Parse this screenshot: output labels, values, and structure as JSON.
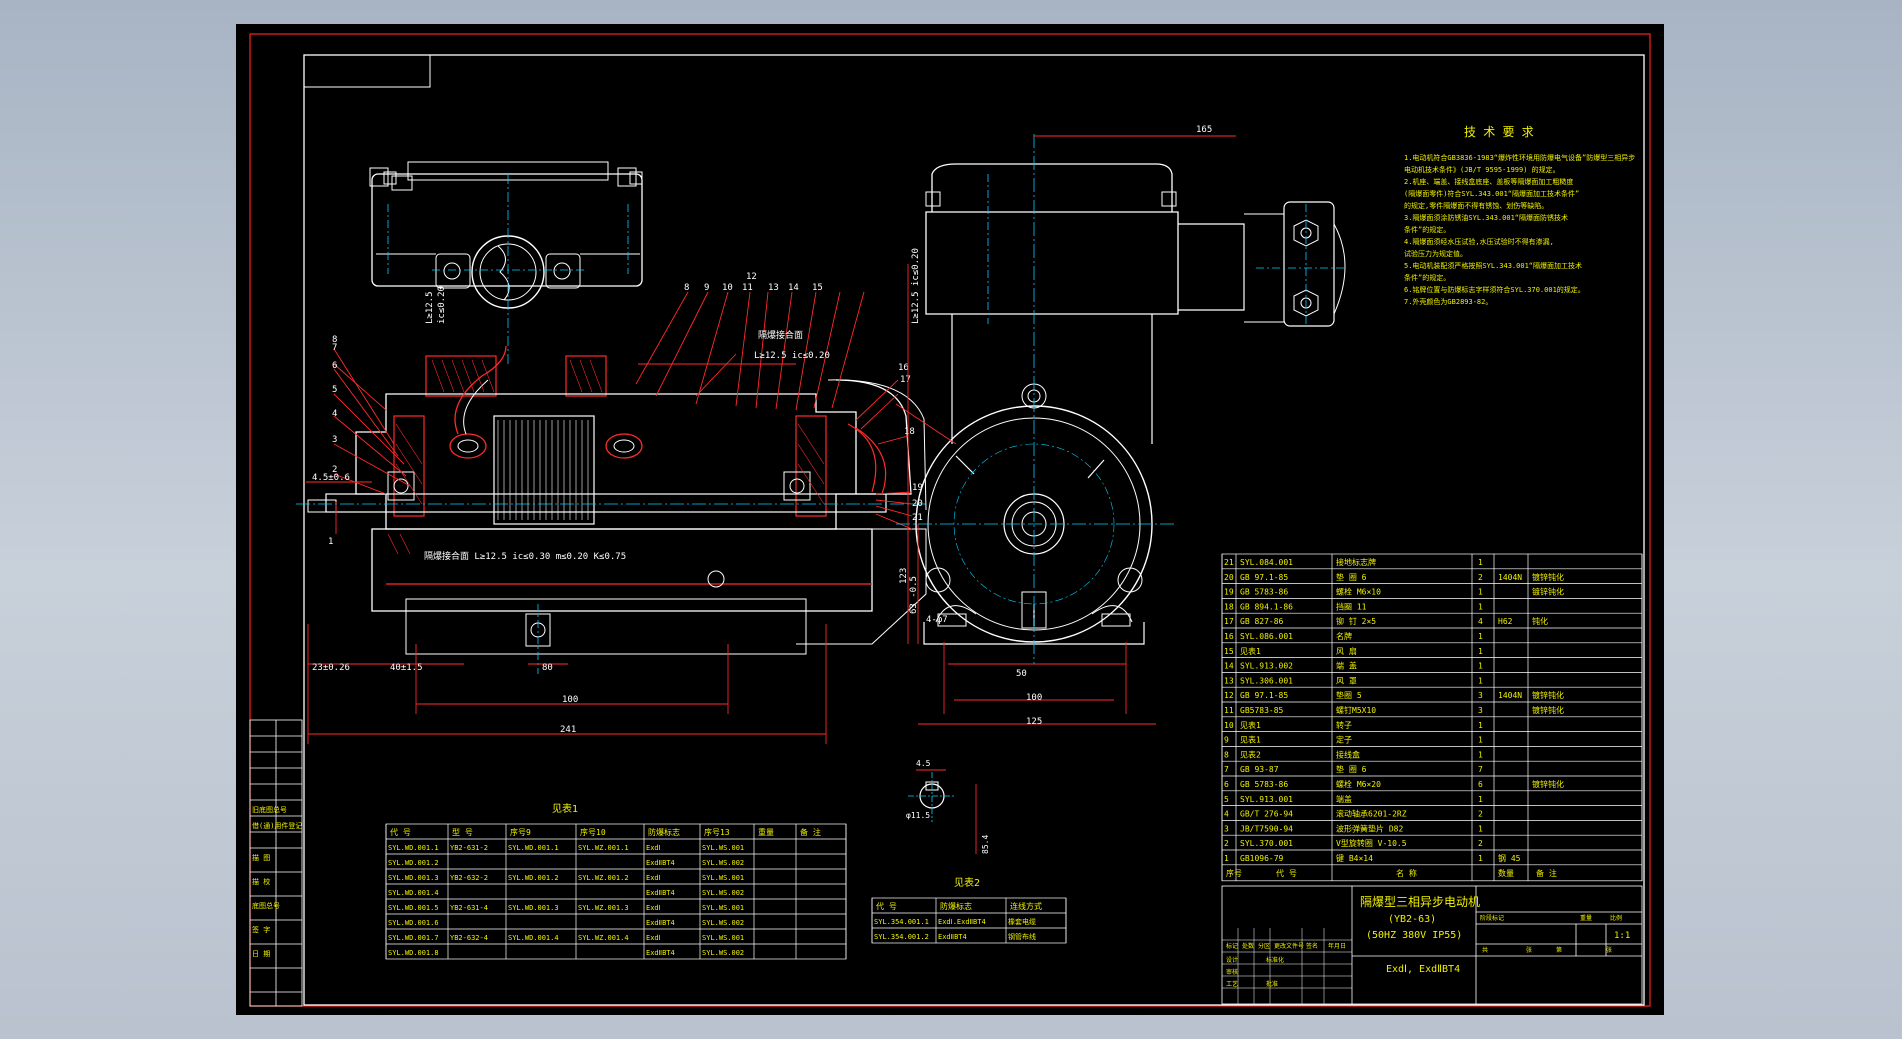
{
  "tech_requirements": {
    "title": "技 术 要 求",
    "lines": [
      "1.电动机符合GB3836-1983“爆炸性环境用防爆电气设备”防爆型三相异步",
      "  电动机技术条件》(JB/T 9595-1999) 的规定。",
      "2.机座、端盖、接线盒底座、盖板等隔爆面加工粗糙度",
      "  (隔爆面零件)符合SYL.343.001“隔爆面加工技术条件”",
      "  的规定,零件隔爆面不得有锈蚀、划伤等缺陷。",
      "3.隔爆面须涂防锈油SYL.343.001“隔爆面防锈技术",
      "  条件”的规定。",
      "4.隔爆面须经水压试验,水压试验时不得有渗漏,",
      "  试验压力为规定值。",
      "5.电动机装配须严格按照SYL.343.001“隔爆面加工技术",
      "  条件”的规定。",
      "6.铭牌位置与防爆标志字样须符合SYL.370.001的规定。",
      "7.外壳颜色为GB2893-82。"
    ]
  },
  "main_view": {
    "labels": [
      "隔爆接合面  L≥12.5  ic≤0.30  m≤0.20  K≤0.75",
      "隔爆接合面",
      "L≥12.5  ic≤0.20",
      "L≥12.5",
      "ic≤0.20"
    ],
    "balloons": [
      "1",
      "2",
      "3",
      "4",
      "5",
      "6",
      "7",
      "8",
      "9",
      "10",
      "11",
      "12",
      "13",
      "14",
      "15",
      "16",
      "17",
      "18",
      "19",
      "20",
      "21",
      "8"
    ],
    "dims": [
      "23±0.26",
      "40±1.5",
      "80",
      "100",
      "241",
      "4.5±0.6"
    ]
  },
  "side_view": {
    "dims": [
      "165",
      "50",
      "100",
      "125",
      "4-φ7",
      "63 -0.5",
      "123"
    ],
    "labels": [
      "L≥12.5 ic≤0.20"
    ]
  },
  "detail": {
    "dims": [
      "φ11.5",
      "85.4",
      "4.5"
    ]
  },
  "parts_list": {
    "rows": [
      [
        "21",
        "SYL.084.001",
        "接地标志牌",
        "1",
        "",
        ""
      ],
      [
        "20",
        "GB 97.1-85",
        "垫  圈  6",
        "2",
        "1404N",
        "镀锌钝化"
      ],
      [
        "19",
        "GB 5783-86",
        "螺栓  M6×10",
        "1",
        "",
        "镀锌钝化"
      ],
      [
        "18",
        "GB 894.1-86",
        "挡圈  11",
        "1",
        "",
        ""
      ],
      [
        "17",
        "GB 827-86",
        "铆  钉  2×5",
        "4",
        "H62",
        "钝化"
      ],
      [
        "16",
        "SYL.086.001",
        "名牌",
        "1",
        "",
        ""
      ],
      [
        "15",
        "见表1",
        "风  扇",
        "1",
        "",
        ""
      ],
      [
        "14",
        "SYL.913.002",
        "端  盖",
        "1",
        "",
        ""
      ],
      [
        "13",
        "SYL.306.001",
        "风  罩",
        "1",
        "",
        ""
      ],
      [
        "12",
        "GB 97.1-85",
        "垫圈  5",
        "3",
        "1404N",
        "镀锌钝化"
      ],
      [
        "11",
        "GB5783-85",
        "螺钉M5X10",
        "3",
        "",
        "镀锌钝化"
      ],
      [
        "10",
        "见表1",
        "转子",
        "1",
        "",
        ""
      ],
      [
        "9",
        "见表1",
        "定子",
        "1",
        "",
        ""
      ],
      [
        "8",
        "见表2",
        "接线盒",
        "1",
        "",
        ""
      ],
      [
        "7",
        "GB 93-87",
        "垫  圈  6",
        "7",
        "",
        ""
      ],
      [
        "6",
        "GB 5783-86",
        "螺栓  M6×20",
        "6",
        "",
        "镀锌钝化"
      ],
      [
        "5",
        "SYL.913.001",
        "端盖",
        "1",
        "",
        ""
      ],
      [
        "4",
        "GB/T 276-94",
        "滚动轴承6201-2RZ",
        "2",
        "",
        ""
      ],
      [
        "3",
        "JB/T7590-94",
        "波形弹簧垫片 D82",
        "1",
        "",
        ""
      ],
      [
        "2",
        "SYL.370.001",
        "V型旋转圈 V-10.5",
        "2",
        "",
        ""
      ],
      [
        "1",
        "GB1096-79",
        "键  B4×14",
        "1",
        "钢 45",
        ""
      ]
    ],
    "header": [
      "序号",
      "代   号",
      "名   称",
      "数量",
      "备   注"
    ]
  },
  "title_block": {
    "name": "隔爆型三相异步电动机",
    "model": "(YB2-63)",
    "spec": "(50HZ 380V IP55)",
    "marking": "ExdⅠ, ExdⅡBT4",
    "scale": "1:1",
    "small_cells": [
      "标记",
      "处数",
      "分区",
      "更改文件号",
      "签名",
      "年月日",
      "设计",
      "标准化",
      "审核",
      "工艺",
      "批准",
      "阶段标记",
      "重量",
      "比例",
      "共",
      "张",
      "第",
      "张"
    ]
  },
  "table1": {
    "title": "见表1",
    "header": [
      "代  号",
      "型  号",
      "序号9",
      "序号10",
      "防爆标志",
      "序号13",
      "重量",
      "备 注"
    ],
    "rows": [
      [
        "SYL.WD.001.1",
        "YB2-631-2",
        "SYL.WD.001.1",
        "SYL.WZ.001.1",
        "ExdⅠ",
        "SYL.WS.001",
        "",
        " "
      ],
      [
        "SYL.WD.001.2",
        "",
        "",
        "",
        "ExdⅡBT4",
        "SYL.WS.002",
        "",
        ""
      ],
      [
        "SYL.WD.001.3",
        "YB2-632-2",
        "SYL.WD.001.2",
        "SYL.WZ.001.2",
        "ExdⅠ",
        "SYL.WS.001",
        "",
        ""
      ],
      [
        "SYL.WD.001.4",
        "",
        "",
        "",
        "ExdⅡBT4",
        "SYL.WS.002",
        "",
        ""
      ],
      [
        "SYL.WD.001.5",
        "YB2-631-4",
        "SYL.WD.001.3",
        "SYL.WZ.001.3",
        "ExdⅠ",
        "SYL.WS.001",
        "",
        ""
      ],
      [
        "SYL.WD.001.6",
        "",
        "",
        "",
        "ExdⅡBT4",
        "SYL.WS.002",
        "",
        ""
      ],
      [
        "SYL.WD.001.7",
        "YB2-632-4",
        "SYL.WD.001.4",
        "SYL.WZ.001.4",
        "ExdⅠ",
        "SYL.WS.001",
        "",
        ""
      ],
      [
        "SYL.WD.001.8",
        "",
        "",
        "",
        "ExdⅡBT4",
        "SYL.WS.002",
        "",
        ""
      ]
    ]
  },
  "table2": {
    "title": "见表2",
    "header": [
      "代  号",
      "防爆标志",
      "连线方式"
    ],
    "rows": [
      [
        "SYL.354.001.1",
        "ExdⅠ.ExdⅡBT4",
        "橡套电缆"
      ],
      [
        "SYL.354.001.2",
        "ExdⅡBT4",
        "钢管布线"
      ]
    ]
  },
  "left_strip": [
    "旧底图总号",
    "借(通)用件登记",
    "描  图",
    "描  校",
    "底图总号",
    "签  字",
    "日  期"
  ]
}
